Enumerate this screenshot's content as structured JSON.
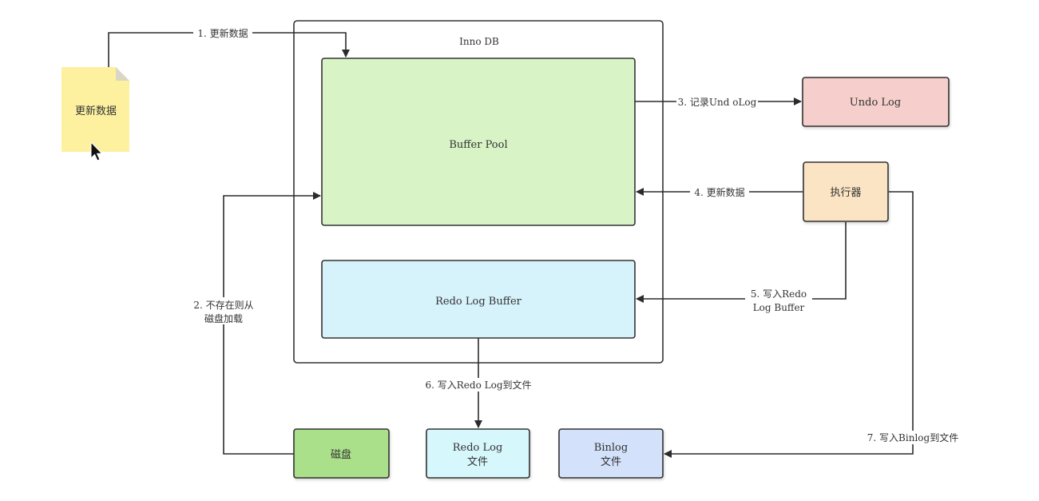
{
  "container": {
    "title": "Inno DB"
  },
  "nodes": {
    "update_doc": {
      "label": "更新数据",
      "fill": "#fdf1a0"
    },
    "buffer_pool": {
      "label": "Buffer Pool",
      "fill": "#d8f4c6"
    },
    "redo_buffer": {
      "label": "Redo Log Buffer",
      "fill": "#d6f2fb"
    },
    "undo_log": {
      "label": "Undo Log",
      "fill": "#f6cfcc"
    },
    "executor": {
      "label": "执行器",
      "fill": "#fbe4c4"
    },
    "disk": {
      "label": "磁盘",
      "fill": "#abe08a"
    },
    "redo_file": {
      "line1": "Redo Log",
      "line2": "文件",
      "fill": "#d6f7fc"
    },
    "binlog_file": {
      "line1": "Binlog",
      "line2": "文件",
      "fill": "#d3e1fb"
    }
  },
  "edges": {
    "e1": "1. 更新数据",
    "e2": {
      "line1": "2. 不存在则从",
      "line2": "磁盘加载"
    },
    "e3": "3. 记录Und oLog",
    "e4": "4. 更新数据",
    "e5": {
      "line1": "5. 写入Redo",
      "line2": "Log Buffer"
    },
    "e6": "6. 写入Redo Log到文件",
    "e7": "7. 写入Binlog到文件"
  },
  "colors": {
    "stroke": "#333333",
    "edge": "#2b2b2b"
  }
}
